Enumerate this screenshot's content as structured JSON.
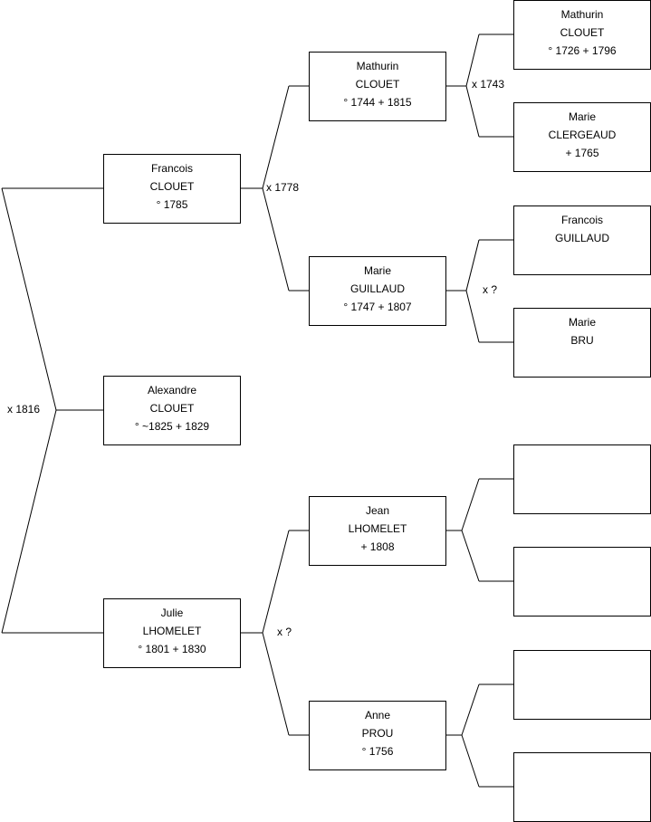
{
  "persons": {
    "alexandre": {
      "first": "Alexandre",
      "last": "CLOUET",
      "dates": "° ~1825 + 1829"
    },
    "francois": {
      "first": "Francois",
      "last": "CLOUET",
      "dates": "° 1785"
    },
    "julie": {
      "first": "Julie",
      "last": "LHOMELET",
      "dates": "° 1801 + 1830"
    },
    "mathurin": {
      "first": "Mathurin",
      "last": "CLOUET",
      "dates": "° 1744 + 1815"
    },
    "marie_g": {
      "first": "Marie",
      "last": "GUILLAUD",
      "dates": "° 1747 + 1807"
    },
    "jean": {
      "first": "Jean",
      "last": "LHOMELET",
      "dates": "+ 1808"
    },
    "anne": {
      "first": "Anne",
      "last": "PROU",
      "dates": "° 1756"
    },
    "mathurin_sr": {
      "first": "Mathurin",
      "last": "CLOUET",
      "dates": "° 1726 + 1796"
    },
    "marie_c": {
      "first": "Marie",
      "last": "CLERGEAUD",
      "dates": "+ 1765"
    },
    "francois_g": {
      "first": "Francois",
      "last": "GUILLAUD",
      "dates": ""
    },
    "marie_b": {
      "first": "Marie",
      "last": "BRU",
      "dates": ""
    }
  },
  "marriages": {
    "parents": "x 1816",
    "clouet": "x 1778",
    "lhomelet": "x ?",
    "clouet_sr": "x 1743",
    "guillaud": "x ?"
  }
}
